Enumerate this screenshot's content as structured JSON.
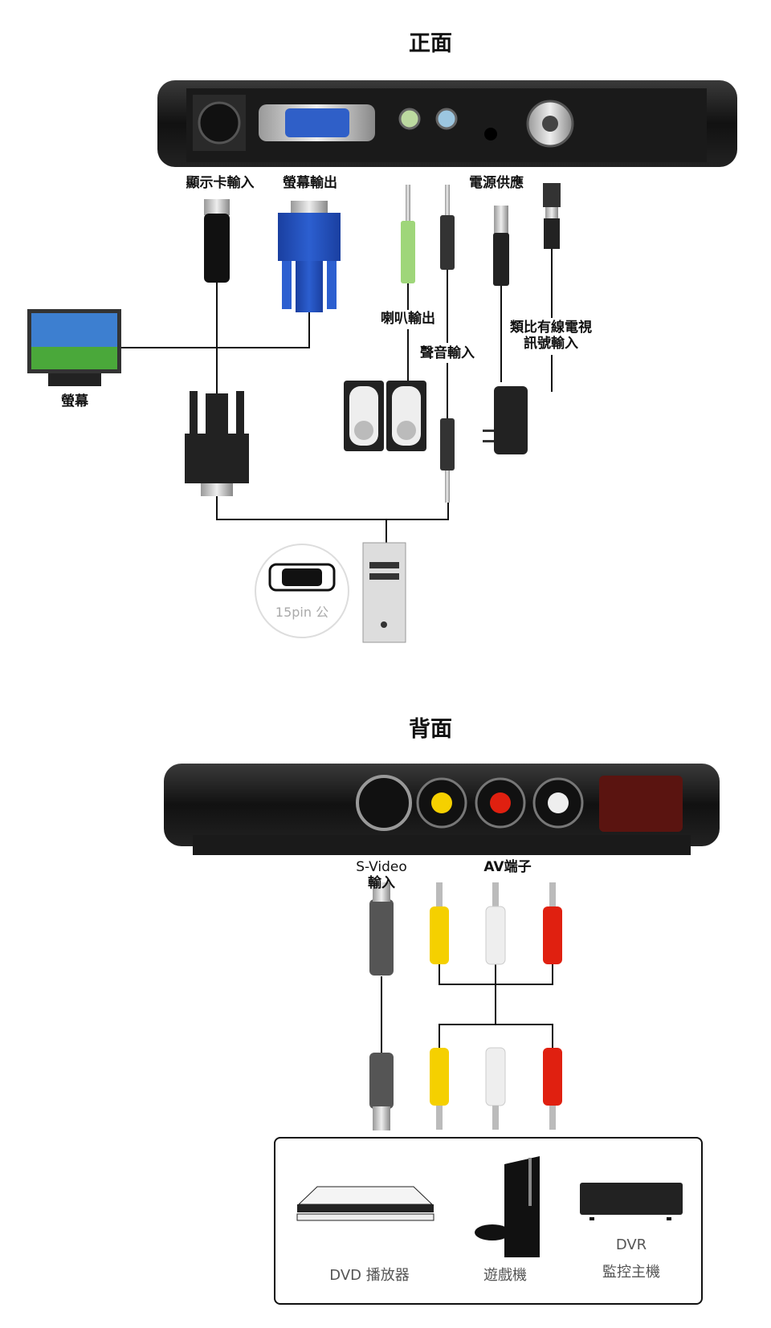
{
  "front": {
    "title": "正面",
    "labels": {
      "vga_card_in": "顯示卡輸入",
      "monitor_out": "螢幕輸出",
      "power": "電源供應",
      "speaker_out": "喇叭輸出",
      "audio_in": "聲音輸入",
      "tv_line1": "類比有線電視",
      "tv_line2": "訊號輸入",
      "monitor": "螢幕"
    },
    "connector_badge": "15pin 公"
  },
  "back": {
    "title": "背面",
    "labels": {
      "svideo_line1": "S-Video",
      "svideo_line2": "輸入",
      "av": "AV端子"
    },
    "devices": {
      "dvd": "DVD 播放器",
      "console": "遊戲機",
      "dvr_line1": "DVR",
      "dvr_line2": "監控主機"
    },
    "plug_colors": {
      "yellow": "#f5d000",
      "white": "#eeeeee",
      "red": "#e02010"
    }
  }
}
